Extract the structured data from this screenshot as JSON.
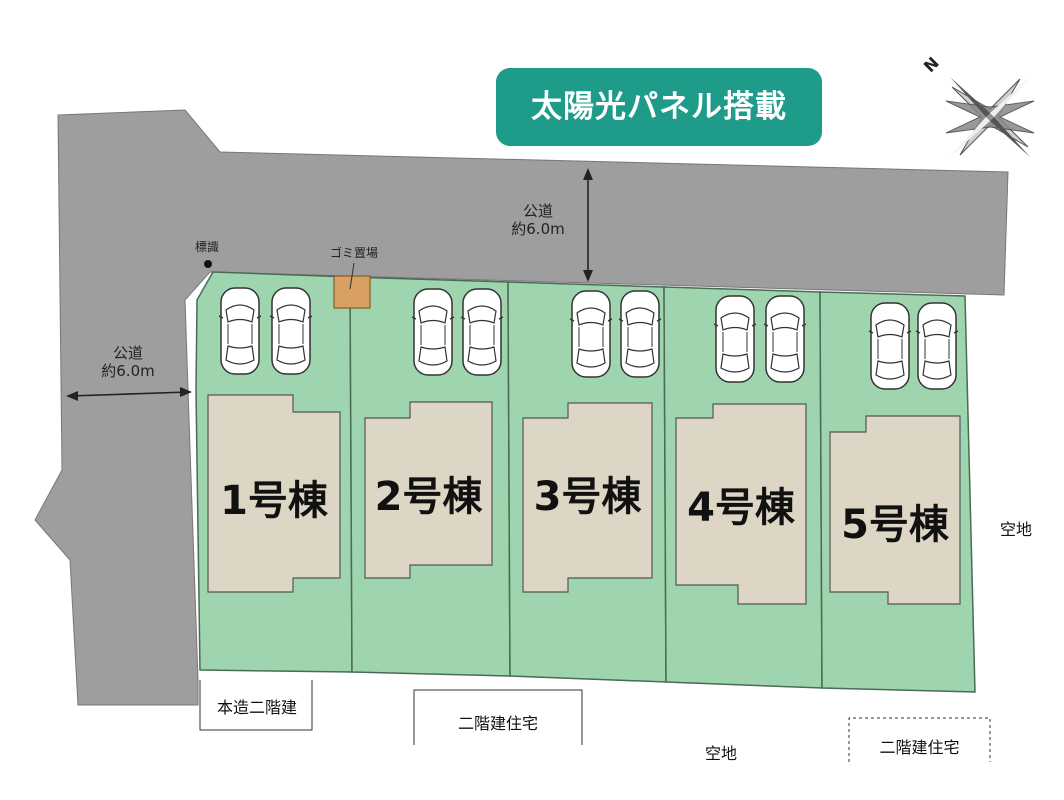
{
  "banner": {
    "text": "太陽光パネル搭載",
    "color": "#1f9b8a"
  },
  "colors": {
    "road": "#9e9e9e",
    "lot": "#9fd5ae",
    "building": "#ddd6c4",
    "trash": "#d9a063"
  },
  "roads": {
    "north": {
      "name": "公道",
      "width": "約6.0m"
    },
    "west": {
      "name": "公道",
      "width": "約6.0m"
    }
  },
  "landmarks": {
    "sign": "標識",
    "trash": "ゴミ置場"
  },
  "compass": {
    "north_letter": "N"
  },
  "lots": [
    {
      "label": "1号棟",
      "cars": 2
    },
    {
      "label": "2号棟",
      "cars": 2
    },
    {
      "label": "3号棟",
      "cars": 2
    },
    {
      "label": "4号棟",
      "cars": 2
    },
    {
      "label": "5号棟",
      "cars": 2
    }
  ],
  "neighbors": {
    "vacant_east": "空地",
    "vacant_south": "空地",
    "wood_two_story": "本造二階建",
    "two_story_house_1": "二階建住宅",
    "two_story_house_2": "二階建住宅"
  }
}
